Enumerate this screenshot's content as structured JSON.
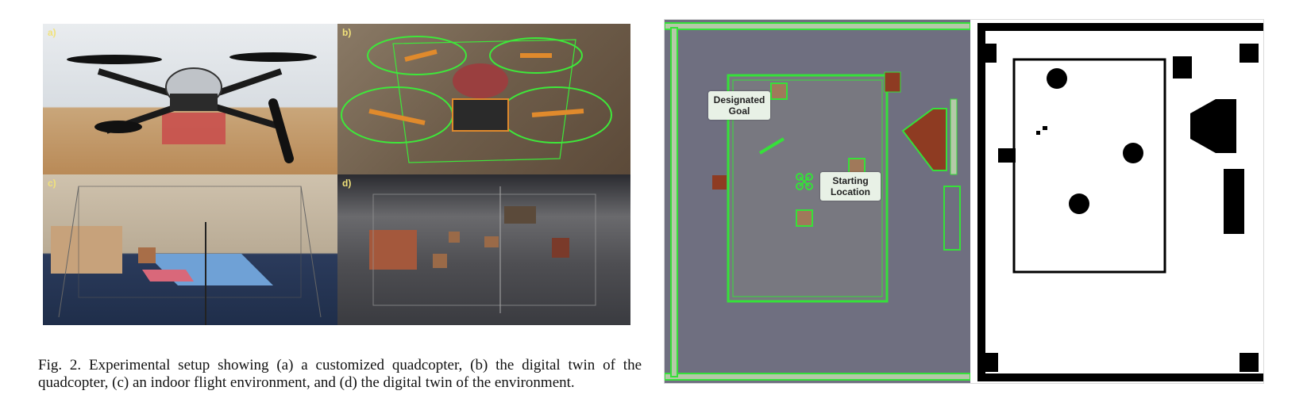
{
  "figure_left": {
    "panels": [
      {
        "label": "a)"
      },
      {
        "label": "b)"
      },
      {
        "label": "c)"
      },
      {
        "label": "d)"
      }
    ],
    "caption": "Fig. 2.  Experimental setup showing (a) a customized quadcopter, (b) the digital twin of the quadcopter, (c) an indoor flight environment, and (d) the digital twin of the environment."
  },
  "figure_right": {
    "labels": {
      "goal": "Designated Goal",
      "start": "Starting Location"
    },
    "colors": {
      "highlight_green": "#36e03a",
      "floor": "#6e6e7e",
      "obstacle_brown": "#8e3b22",
      "occupied": "#000000",
      "free": "#ffffff"
    }
  }
}
